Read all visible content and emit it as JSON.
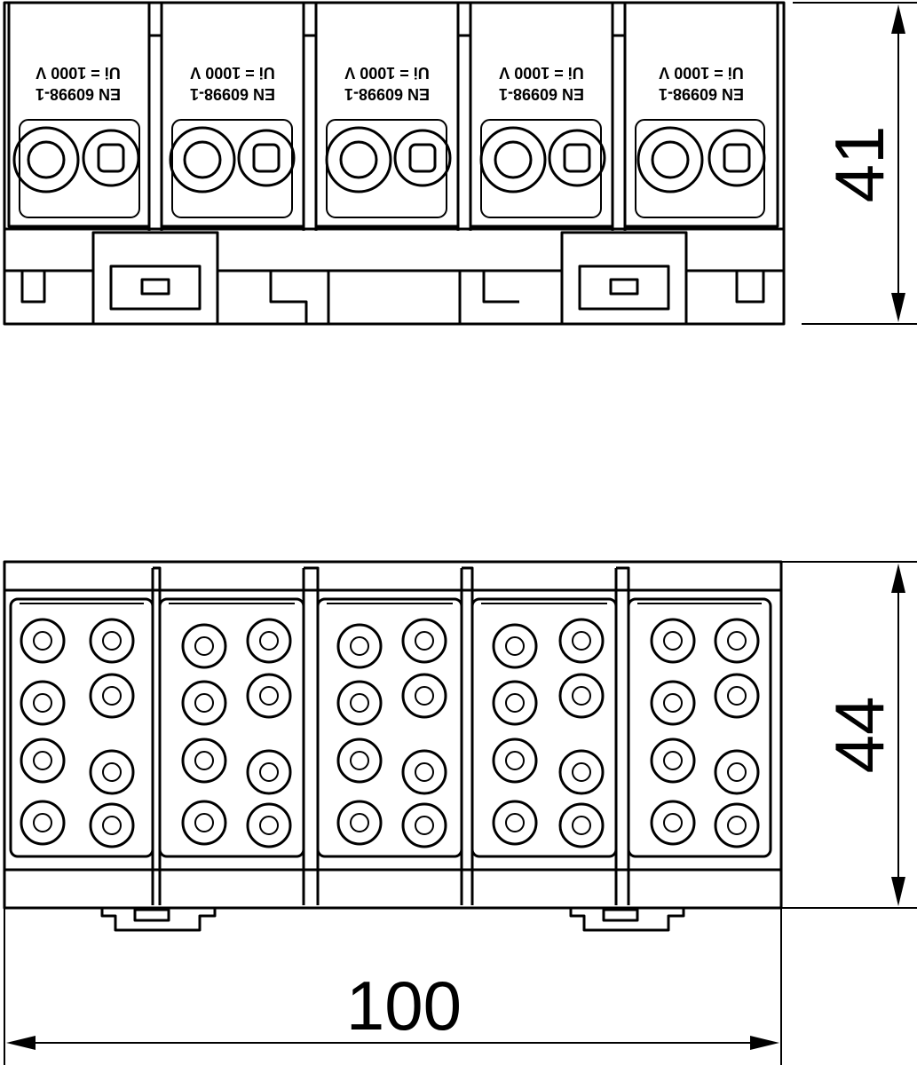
{
  "dimensions": {
    "height_front": "41",
    "height_top": "44",
    "width": "100"
  },
  "marking": {
    "standard": "EN 60998-1",
    "voltage": "Ui = 1000 V"
  }
}
